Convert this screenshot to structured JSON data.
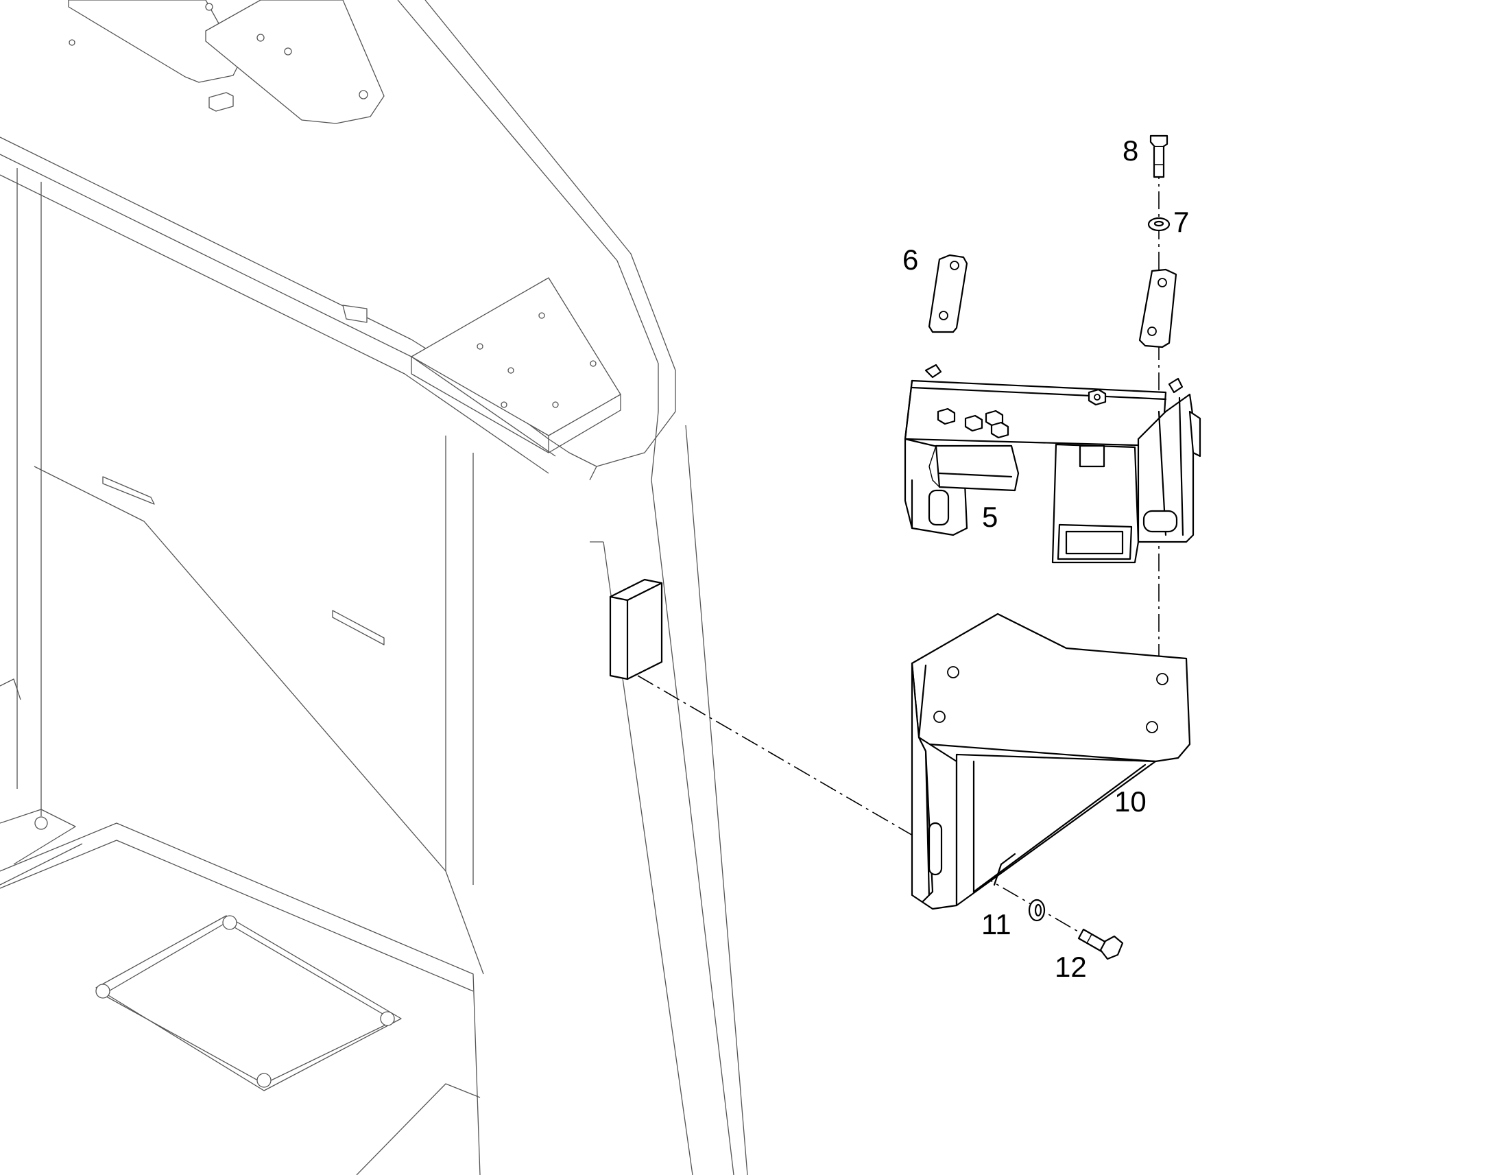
{
  "diagram": {
    "labels": {
      "item_5": "5",
      "item_6": "6",
      "item_7": "7",
      "item_8": "8",
      "item_10": "10",
      "item_11": "11",
      "item_12": "12"
    }
  }
}
